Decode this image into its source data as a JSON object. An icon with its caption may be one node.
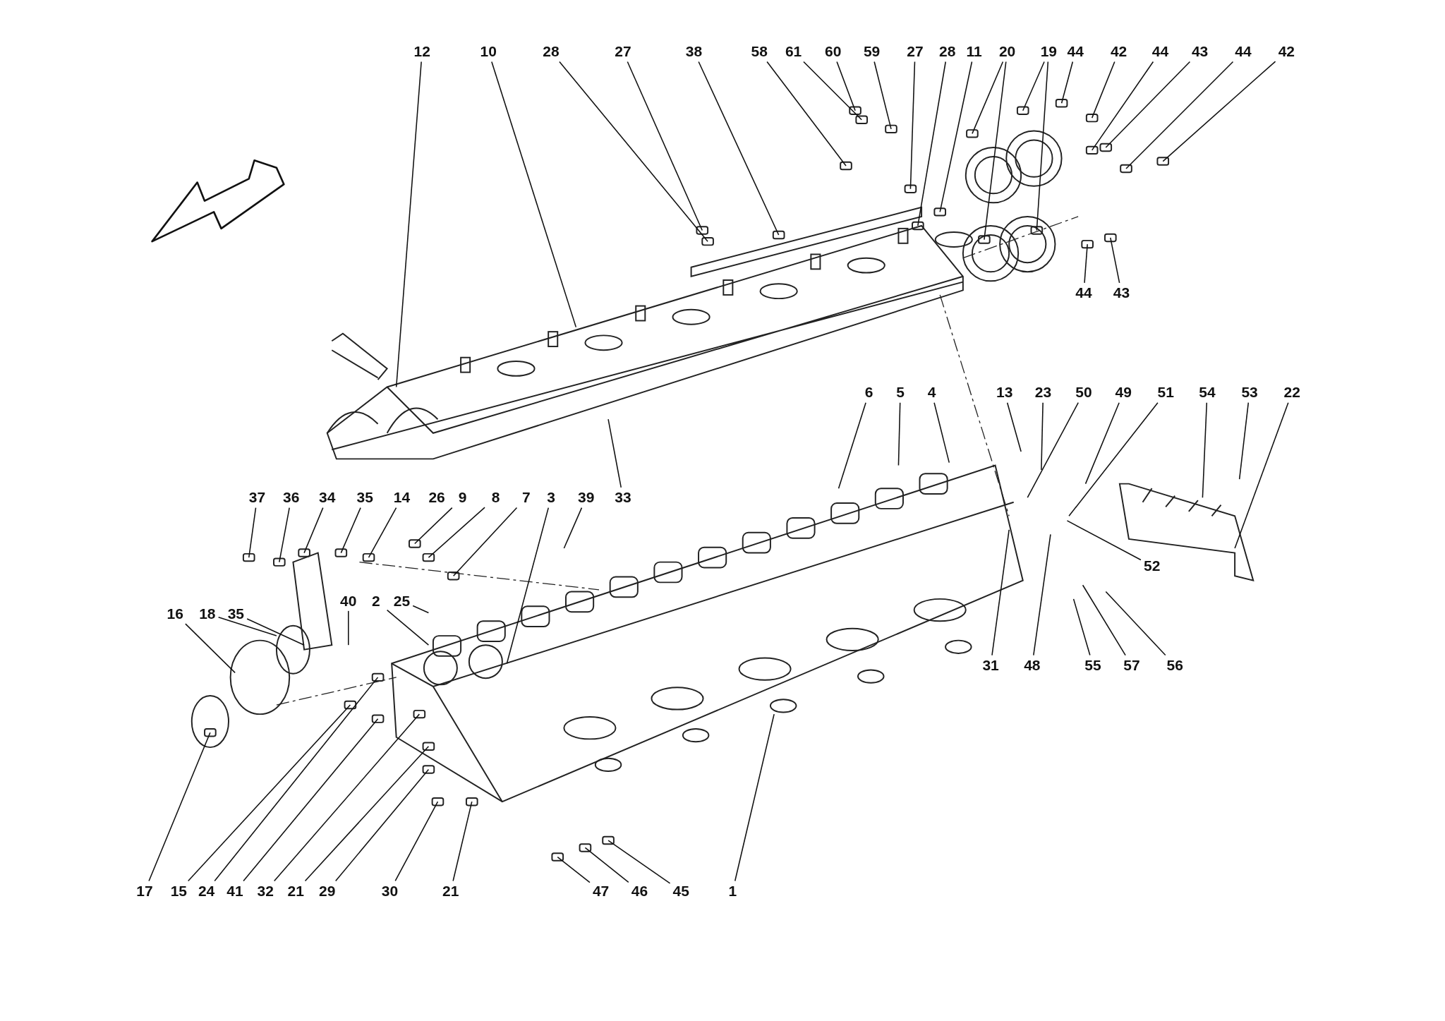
{
  "diagram": {
    "nodes": [
      {
        "text": [
          "12"
        ]
      },
      {
        "text": [
          "10"
        ]
      },
      {
        "text": [
          "28"
        ]
      },
      {
        "text": [
          "27"
        ]
      },
      {
        "text": [
          "38"
        ]
      },
      {
        "text": [
          "58"
        ]
      },
      {
        "text": [
          "61"
        ]
      },
      {
        "text": [
          "60"
        ]
      },
      {
        "text": [
          "59"
        ]
      },
      {
        "text": [
          "27"
        ]
      },
      {
        "text": [
          "28"
        ]
      },
      {
        "text": [
          "11"
        ]
      },
      {
        "text": [
          "20"
        ]
      },
      {
        "text": [
          "19"
        ]
      },
      {
        "text": [
          "44"
        ]
      },
      {
        "text": [
          "42"
        ]
      },
      {
        "text": [
          "44"
        ]
      },
      {
        "text": [
          "43"
        ]
      },
      {
        "text": [
          "44"
        ]
      },
      {
        "text": [
          "42"
        ]
      },
      {
        "text": [
          "44"
        ]
      },
      {
        "text": [
          "43"
        ]
      },
      {
        "text": [
          "6"
        ]
      },
      {
        "text": [
          "5"
        ]
      },
      {
        "text": [
          "4"
        ]
      },
      {
        "text": [
          "13"
        ]
      },
      {
        "text": [
          "23"
        ]
      },
      {
        "text": [
          "50"
        ]
      },
      {
        "text": [
          "49"
        ]
      },
      {
        "text": [
          "51"
        ]
      },
      {
        "text": [
          "54"
        ]
      },
      {
        "text": [
          "53"
        ]
      },
      {
        "text": [
          "22"
        ]
      },
      {
        "text": [
          "37"
        ]
      },
      {
        "text": [
          "36"
        ]
      },
      {
        "text": [
          "34"
        ]
      },
      {
        "text": [
          "35"
        ]
      },
      {
        "text": [
          "14"
        ]
      },
      {
        "text": [
          "9"
        ]
      },
      {
        "text": [
          "8"
        ]
      },
      {
        "text": [
          "7"
        ]
      },
      {
        "text": [
          "3"
        ]
      },
      {
        "text": [
          "39"
        ]
      },
      {
        "text": [
          "33"
        ]
      },
      {
        "text": [
          "52"
        ]
      },
      {
        "text": [
          "40"
        ]
      },
      {
        "text": [
          "2"
        ]
      },
      {
        "text": [
          "25"
        ]
      },
      {
        "text": [
          "16"
        ]
      },
      {
        "text": [
          "18"
        ]
      },
      {
        "text": [
          "35"
        ]
      },
      {
        "text": [
          "31"
        ]
      },
      {
        "text": [
          "48"
        ]
      },
      {
        "text": [
          "55"
        ]
      },
      {
        "text": [
          "57"
        ]
      },
      {
        "text": [
          "56"
        ]
      },
      {
        "text": [
          "17"
        ]
      },
      {
        "text": [
          "15"
        ]
      },
      {
        "text": [
          "24"
        ]
      },
      {
        "text": [
          "41"
        ]
      },
      {
        "text": [
          "32"
        ]
      },
      {
        "text": [
          "21"
        ]
      },
      {
        "text": [
          "29"
        ]
      },
      {
        "text": [
          "30"
        ]
      },
      {
        "text": [
          "21"
        ]
      },
      {
        "text": [
          "47"
        ]
      },
      {
        "text": [
          "46"
        ]
      },
      {
        "text": [
          "45"
        ]
      },
      {
        "text": [
          "1"
        ]
      }
    ],
    "edges": [
      {
        "from": 0,
        "to": null,
        "arrow": "none"
      },
      {
        "from": 1,
        "to": null,
        "arrow": "none"
      },
      {
        "from": 2,
        "to": null,
        "arrow": "none"
      },
      {
        "from": 3,
        "to": null,
        "arrow": "none"
      },
      {
        "from": 4,
        "to": null,
        "arrow": "none"
      },
      {
        "from": 5,
        "to": null,
        "arrow": "none"
      },
      {
        "from": 6,
        "to": null,
        "arrow": "none"
      },
      {
        "from": 7,
        "to": null,
        "arrow": "none"
      },
      {
        "from": 8,
        "to": null,
        "arrow": "none"
      },
      {
        "from": 9,
        "to": null,
        "arrow": "none"
      },
      {
        "from": 10,
        "to": null,
        "arrow": "none"
      },
      {
        "from": 11,
        "to": null,
        "arrow": "none"
      },
      {
        "from": 12,
        "to": null,
        "arrow": "none"
      },
      {
        "from": 12,
        "to": null,
        "arrow": "none"
      },
      {
        "from": 13,
        "to": null,
        "arrow": "none"
      },
      {
        "from": 13,
        "to": null,
        "arrow": "none"
      },
      {
        "from": 14,
        "to": null,
        "arrow": "none"
      },
      {
        "from": 15,
        "to": null,
        "arrow": "none"
      },
      {
        "from": 16,
        "to": null,
        "arrow": "none"
      },
      {
        "from": 17,
        "to": null,
        "arrow": "none"
      },
      {
        "from": 18,
        "to": null,
        "arrow": "none"
      },
      {
        "from": 19,
        "to": null,
        "arrow": "none"
      },
      {
        "from": 20,
        "to": null,
        "arrow": "none"
      },
      {
        "from": 21,
        "to": null,
        "arrow": "none"
      },
      {
        "from": 22,
        "to": null,
        "arrow": "none"
      },
      {
        "from": 23,
        "to": null,
        "arrow": "none"
      },
      {
        "from": 24,
        "to": null,
        "arrow": "none"
      },
      {
        "from": 25,
        "to": null,
        "arrow": "none"
      },
      {
        "from": 26,
        "to": null,
        "arrow": "none"
      },
      {
        "from": 27,
        "to": null,
        "arrow": "none"
      },
      {
        "from": 28,
        "to": null,
        "arrow": "none"
      },
      {
        "from": 29,
        "to": null,
        "arrow": "none"
      },
      {
        "from": 30,
        "to": null,
        "arrow": "none"
      },
      {
        "from": 31,
        "to": null,
        "arrow": "none"
      },
      {
        "from": 32,
        "to": null,
        "arrow": "none"
      },
      {
        "from": 33,
        "to": null,
        "arrow": "none"
      },
      {
        "from": 34,
        "to": null,
        "arrow": "none"
      },
      {
        "from": 35,
        "to": null,
        "arrow": "none"
      },
      {
        "from": 36,
        "to": null,
        "arrow": "none"
      },
      {
        "from": 37,
        "to": null,
        "arrow": "none"
      },
      {
        "from": 38,
        "to": null,
        "arrow": "none"
      },
      {
        "from": 39,
        "to": null,
        "arrow": "none"
      },
      {
        "from": 40,
        "to": null,
        "arrow": "none"
      },
      {
        "from": 41,
        "to": null,
        "arrow": "none"
      },
      {
        "from": 42,
        "to": null,
        "arrow": "none"
      },
      {
        "from": 43,
        "to": null,
        "arrow": "none"
      },
      {
        "from": 44,
        "to": null,
        "arrow": "none"
      },
      {
        "from": 45,
        "to": null,
        "arrow": "none"
      },
      {
        "from": 46,
        "to": null,
        "arrow": "none"
      },
      {
        "from": 47,
        "to": null,
        "arrow": "none"
      },
      {
        "from": 48,
        "to": null,
        "arrow": "none"
      },
      {
        "from": 49,
        "to": null,
        "arrow": "none"
      },
      {
        "from": 50,
        "to": null,
        "arrow": "none"
      },
      {
        "from": 51,
        "to": null,
        "arrow": "none"
      },
      {
        "from": 52,
        "to": null,
        "arrow": "none"
      },
      {
        "from": 53,
        "to": null,
        "arrow": "none"
      },
      {
        "from": 54,
        "to": null,
        "arrow": "none"
      },
      {
        "from": 55,
        "to": null,
        "arrow": "none"
      },
      {
        "from": 56,
        "to": null,
        "arrow": "none"
      },
      {
        "from": 57,
        "to": null,
        "arrow": "none"
      },
      {
        "from": 58,
        "to": null,
        "arrow": "none"
      },
      {
        "from": 59,
        "to": null,
        "arrow": "none"
      },
      {
        "from": 60,
        "to": null,
        "arrow": "none"
      },
      {
        "from": 61,
        "to": null,
        "arrow": "none"
      },
      {
        "from": 62,
        "to": null,
        "arrow": "none"
      },
      {
        "from": 63,
        "to": null,
        "arrow": "none"
      },
      {
        "from": 64,
        "to": null,
        "arrow": "none"
      },
      {
        "from": 65,
        "to": null,
        "arrow": "none"
      },
      {
        "from": 66,
        "to": null,
        "arrow": "none"
      },
      {
        "from": 67,
        "to": null,
        "arrow": "none"
      },
      {
        "from": 68,
        "to": null,
        "arrow": "none"
      }
    ],
    "labels": [
      "26"
    ]
  }
}
